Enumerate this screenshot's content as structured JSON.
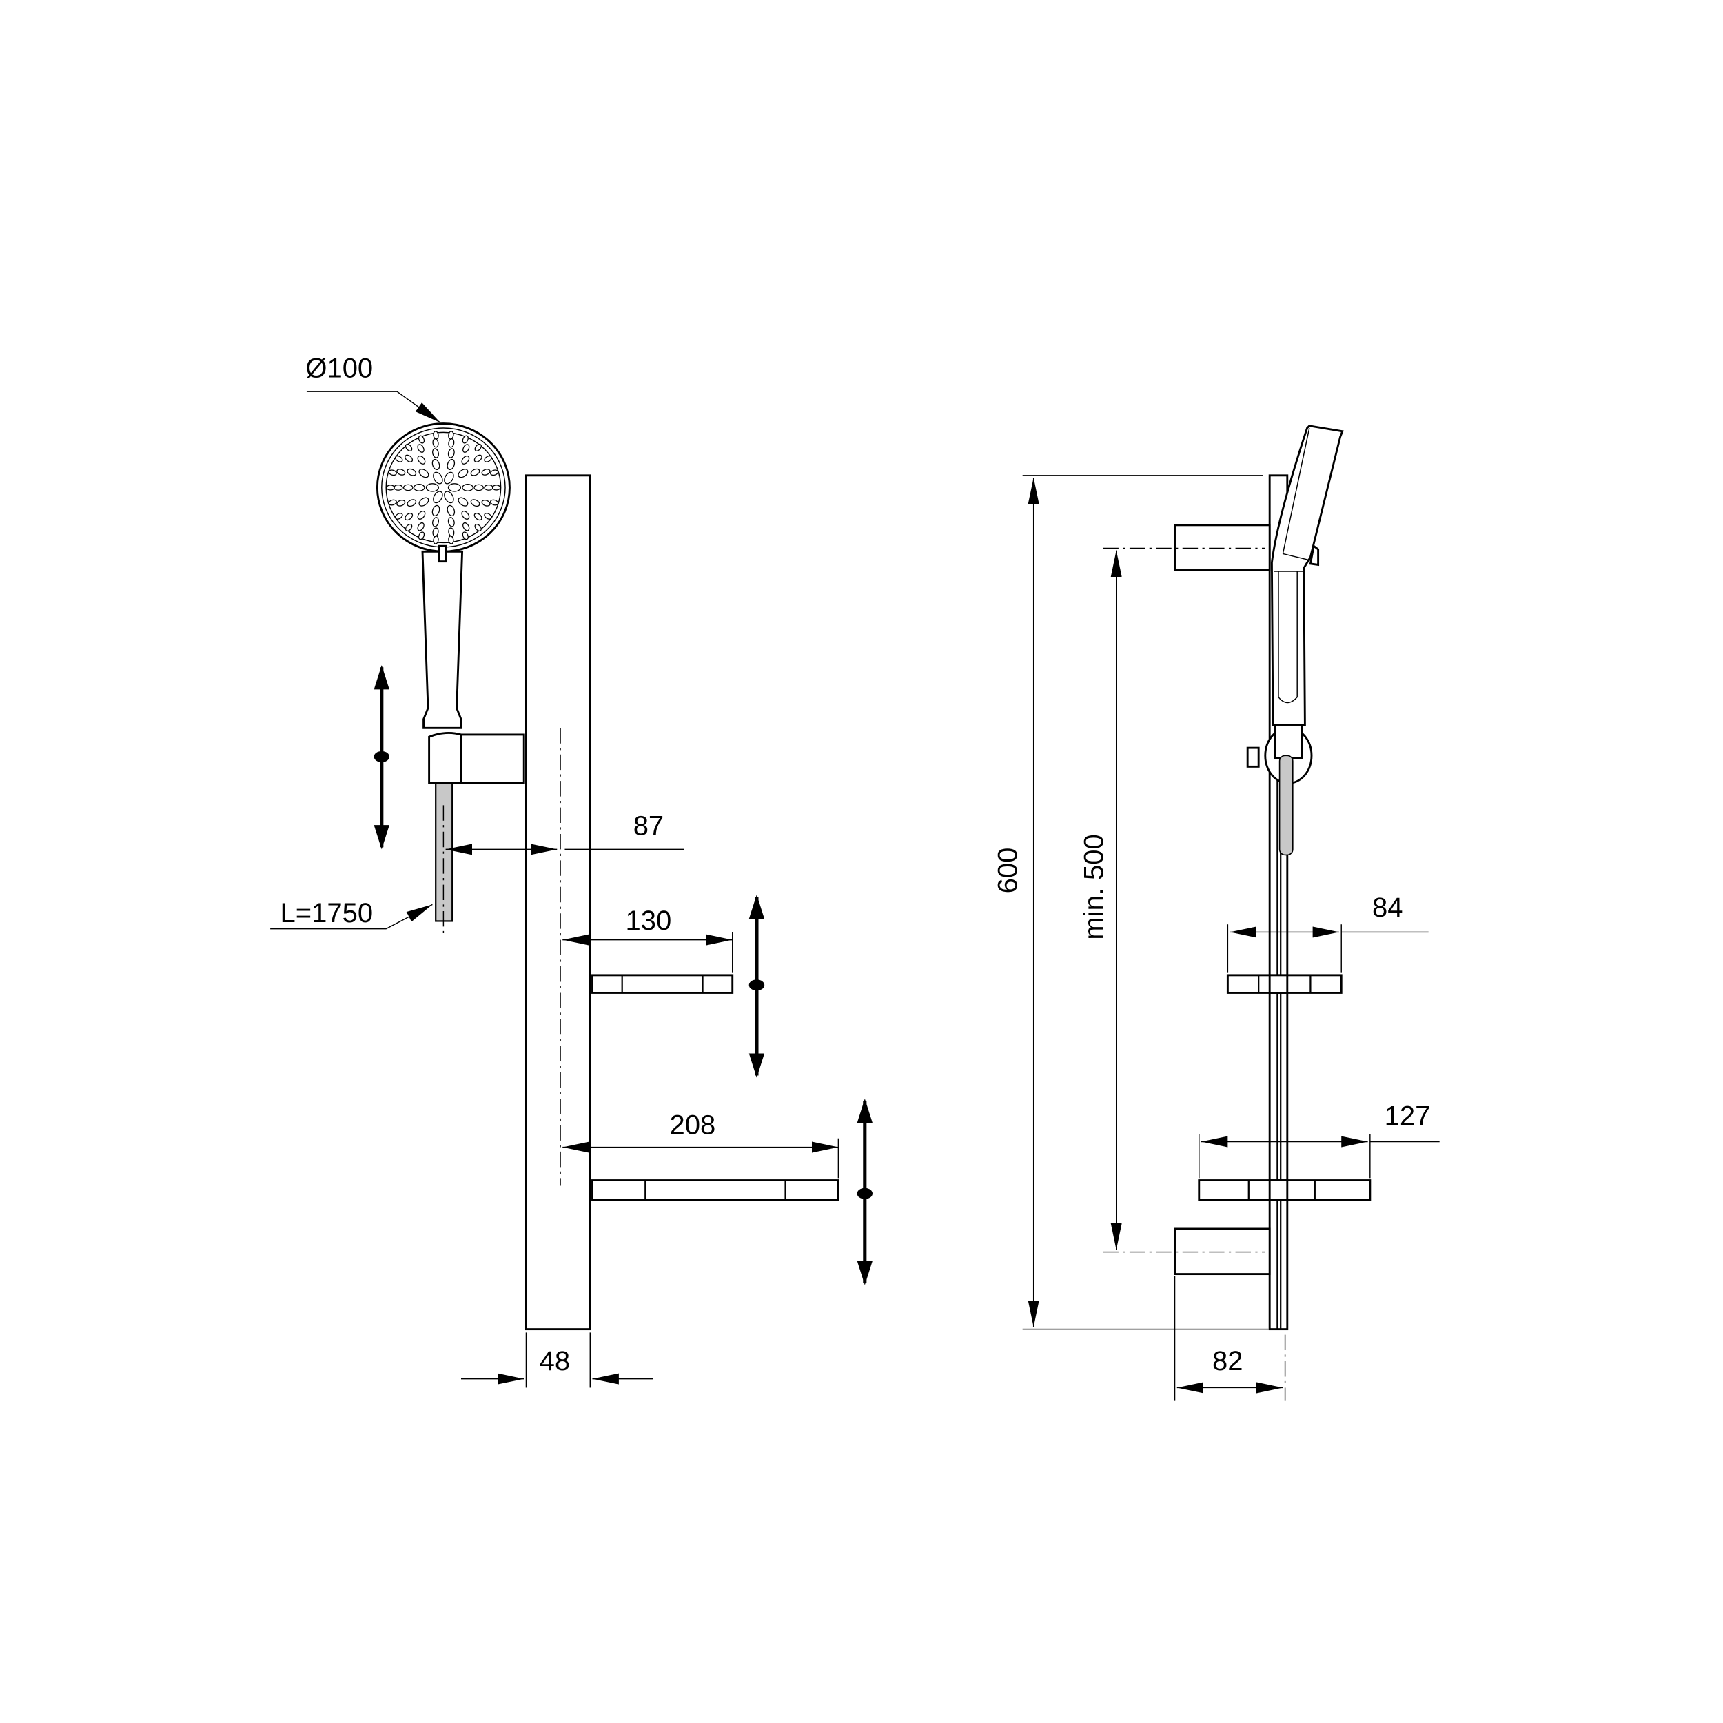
{
  "title": "Shower rail set dimension drawing",
  "front_view": {
    "head_diameter_label": "Ø100",
    "hose_length_label": "L=1750",
    "holder_offset_label": "87",
    "small_shelf_depth_label": "130",
    "large_shelf_depth_label": "208",
    "rail_width_label": "48"
  },
  "side_view": {
    "rail_height_label": "600",
    "mount_spacing_label": "min. 500",
    "small_shelf_width_label": "84",
    "large_shelf_width_label": "127",
    "wall_offset_label": "82"
  },
  "colors": {
    "line": "#000000",
    "hose": "#c8c8c8"
  }
}
